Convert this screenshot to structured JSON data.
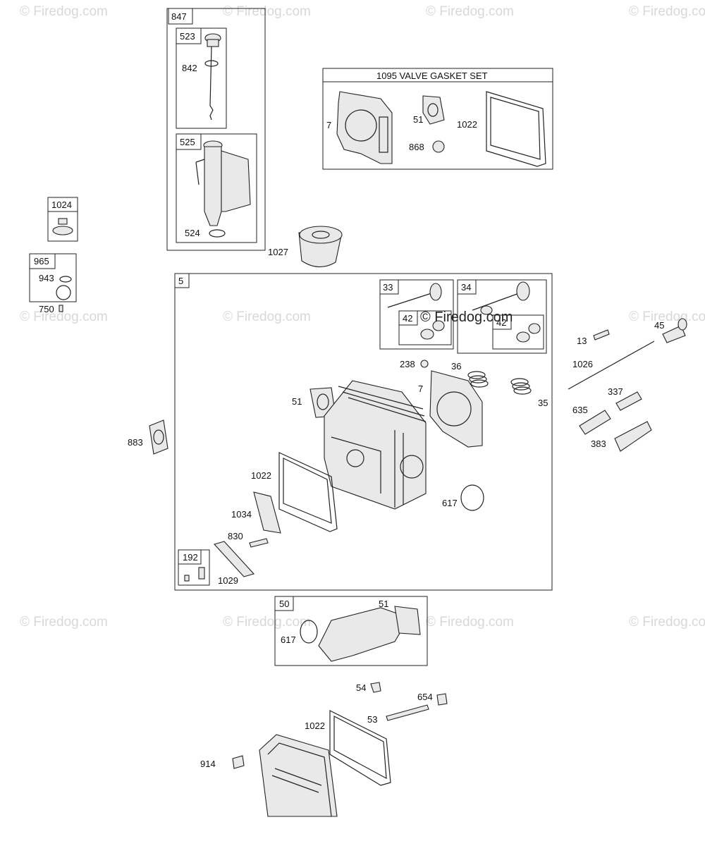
{
  "watermark_text": "© Firedog.com",
  "gasket_set_title": "1095 VALVE GASKET SET",
  "boxes": {
    "b847": "847",
    "b523": "523",
    "b525": "525",
    "b1024": "1024",
    "b965": "965",
    "b5": "5",
    "b33": "33",
    "b34": "34",
    "b42a": "42",
    "b42b": "42",
    "b192": "192",
    "b50": "50"
  },
  "labels": {
    "p842": "842",
    "p524": "524",
    "p1027": "1027",
    "p943": "943",
    "p750": "750",
    "p7a": "7",
    "p51a": "51",
    "p868": "868",
    "p1022a": "1022",
    "p238": "238",
    "p36": "36",
    "p7b": "7",
    "p35": "35",
    "p51b": "51",
    "p883": "883",
    "p1022b": "1022",
    "p1034": "1034",
    "p830": "830",
    "p1029": "1029",
    "p617a": "617",
    "p13": "13",
    "p45": "45",
    "p1026": "1026",
    "p337": "337",
    "p635": "635",
    "p383": "383",
    "p51c": "51",
    "p617b": "617",
    "p54": "54",
    "p654": "654",
    "p53": "53",
    "p1022c": "1022",
    "p914": "914"
  }
}
